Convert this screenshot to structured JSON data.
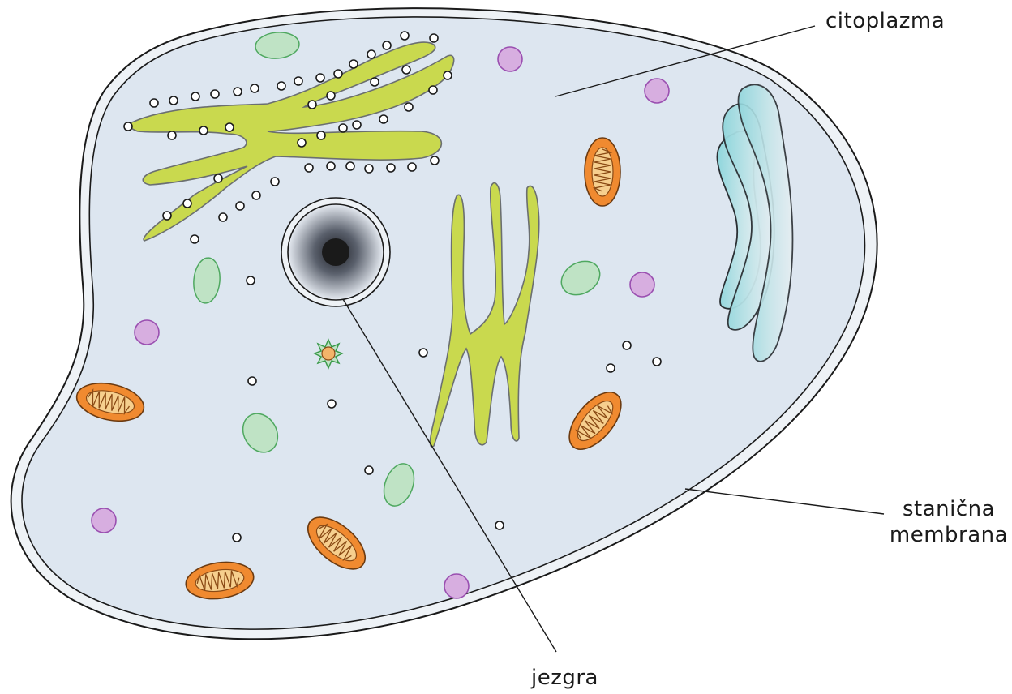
{
  "labels": {
    "cytoplasm": "citoplazma",
    "membrane_line1": "stanična",
    "membrane_line2": "membrana",
    "nucleus": "jezgra"
  },
  "colors": {
    "membrane_fill": "#dde6f0",
    "membrane_stroke": "#1a1a1a",
    "er_green": "#c9d94e",
    "mitochondria_orange": "#f08a30",
    "vesicle_purple": "#d7aee0",
    "plastid_green": "#bfe3c5",
    "golgi_cyan": "#a6dde0",
    "nucleus_dark": "#1a1a1a"
  }
}
